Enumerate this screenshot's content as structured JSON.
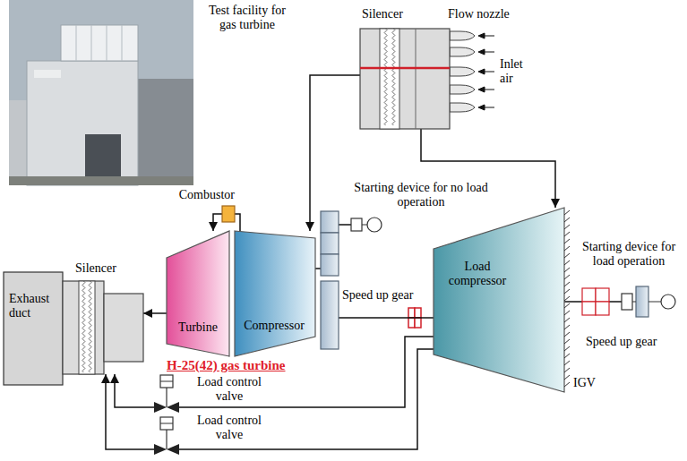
{
  "diagram": {
    "nodes": [
      {
        "text": [
          "Exhaust duct"
        ]
      },
      {
        "text": [
          "Silencer"
        ]
      },
      {
        "text": [
          "Turbine"
        ]
      },
      {
        "text": [
          "Compressor"
        ]
      },
      {
        "text": [
          "Combustor"
        ]
      },
      {
        "text": [
          "Speed up gear"
        ]
      },
      {
        "text": [
          "Starting device for no load operation"
        ]
      },
      {
        "text": [
          "Load compressor"
        ]
      },
      {
        "text": [
          "Speed up gear"
        ]
      },
      {
        "text": [
          "Starting device for load operation"
        ]
      },
      {
        "text": [
          "Silencer"
        ]
      },
      {
        "text": [
          "Load control valve"
        ]
      },
      {
        "text": [
          "Load control valve"
        ]
      }
    ],
    "edges": [
      {
        "from": 10,
        "to": 3,
        "arrow": "to"
      },
      {
        "from": 10,
        "to": 7,
        "arrow": "to"
      },
      {
        "from": 3,
        "to": 4,
        "arrow": "none"
      },
      {
        "from": 4,
        "to": 2,
        "arrow": "to"
      },
      {
        "from": 2,
        "to": 1,
        "arrow": "to"
      },
      {
        "from": 3,
        "to": 5,
        "arrow": "none"
      },
      {
        "from": 5,
        "to": 6,
        "arrow": "none"
      },
      {
        "from": 5,
        "to": 7,
        "arrow": "none"
      },
      {
        "from": 7,
        "to": 8,
        "arrow": "none"
      },
      {
        "from": 8,
        "to": 9,
        "arrow": "none"
      },
      {
        "from": 7,
        "to": 11,
        "arrow": "none"
      },
      {
        "from": 11,
        "to": 1,
        "arrow": "to"
      },
      {
        "from": 7,
        "to": 12,
        "arrow": "none"
      },
      {
        "from": 12,
        "to": 1,
        "arrow": "to"
      }
    ],
    "labels": [
      "Test facility for gas turbine",
      "H-25(42) gas turbine",
      "Flow nozzle",
      "Inlet air",
      "IGV"
    ]
  }
}
